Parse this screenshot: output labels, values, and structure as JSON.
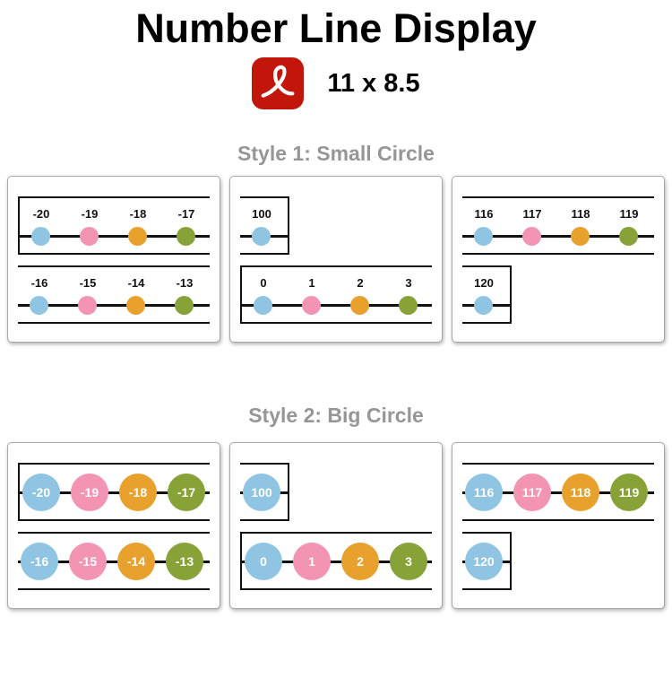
{
  "header": {
    "title": "Number Line Display",
    "size_label": "11 x 8.5",
    "pdf_icon": "pdf-icon"
  },
  "colors": {
    "blue": "#8FC4E2",
    "pink": "#F494B3",
    "orange": "#E9A12E",
    "green": "#87A237",
    "line": "#111111",
    "adobe_red": "#C2160B",
    "heading_gray": "#969696"
  },
  "sections": [
    {
      "heading": "Style 1: Small Circle",
      "circle_style": "small",
      "panels": [
        {
          "strips": [
            {
              "shape": "box-left",
              "numbers": [
                "-20",
                "-19",
                "-18",
                "-17"
              ],
              "colors": [
                "blue",
                "pink",
                "orange",
                "green"
              ]
            },
            {
              "shape": "open",
              "numbers": [
                "-16",
                "-15",
                "-14",
                "-13"
              ],
              "colors": [
                "blue",
                "pink",
                "orange",
                "green"
              ]
            }
          ]
        },
        {
          "strips": [
            {
              "shape": "box-small",
              "numbers": [
                "100"
              ],
              "colors": [
                "blue"
              ]
            },
            {
              "shape": "box-left",
              "numbers": [
                "0",
                "1",
                "2",
                "3"
              ],
              "colors": [
                "blue",
                "pink",
                "orange",
                "green"
              ]
            }
          ]
        },
        {
          "strips": [
            {
              "shape": "open",
              "numbers": [
                "116",
                "117",
                "118",
                "119"
              ],
              "colors": [
                "blue",
                "pink",
                "orange",
                "green"
              ]
            },
            {
              "shape": "box-small",
              "numbers": [
                "120"
              ],
              "colors": [
                "blue"
              ]
            }
          ]
        }
      ]
    },
    {
      "heading": "Style 2: Big Circle",
      "circle_style": "big",
      "panels": [
        {
          "strips": [
            {
              "shape": "box-left",
              "numbers": [
                "-20",
                "-19",
                "-18",
                "-17"
              ],
              "colors": [
                "blue",
                "pink",
                "orange",
                "green"
              ]
            },
            {
              "shape": "open",
              "numbers": [
                "-16",
                "-15",
                "-14",
                "-13"
              ],
              "colors": [
                "blue",
                "pink",
                "orange",
                "green"
              ]
            }
          ]
        },
        {
          "strips": [
            {
              "shape": "box-small",
              "numbers": [
                "100"
              ],
              "colors": [
                "blue"
              ]
            },
            {
              "shape": "box-left",
              "numbers": [
                "0",
                "1",
                "2",
                "3"
              ],
              "colors": [
                "blue",
                "pink",
                "orange",
                "green"
              ]
            }
          ]
        },
        {
          "strips": [
            {
              "shape": "open",
              "numbers": [
                "116",
                "117",
                "118",
                "119"
              ],
              "colors": [
                "blue",
                "pink",
                "orange",
                "green"
              ]
            },
            {
              "shape": "box-small",
              "numbers": [
                "120"
              ],
              "colors": [
                "blue"
              ]
            }
          ]
        }
      ]
    }
  ]
}
